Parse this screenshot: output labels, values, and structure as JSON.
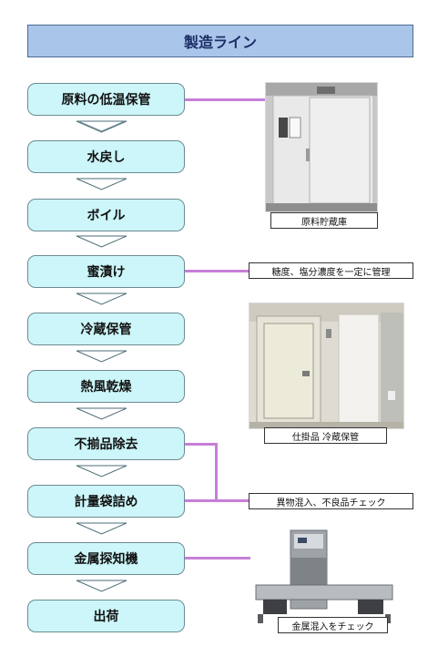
{
  "title": "製造ライン",
  "steps": [
    "原料の低温保管",
    "水戻し",
    "ボイル",
    "蜜漬け",
    "冷蔵保管",
    "熱風乾燥",
    "不揃品除去",
    "計量袋詰め",
    "金属探知機",
    "出荷"
  ],
  "annotations": {
    "storage_label": "原料貯蔵庫",
    "syrup_note": "糖度、塩分濃度を一定に管理",
    "cold_label": "仕掛品 冷蔵保管",
    "inspection_note": "異物混入、不良品チェック",
    "metal_label": "金属混入をチェック"
  },
  "colors": {
    "title_bg": "#a9c6ea",
    "step_bg": "#ccf6f9",
    "connector": "#c77fd8"
  },
  "icons": [
    "chevron-down-icon",
    "walk-in-freezer-photo",
    "cold-room-photo",
    "metal-detector-photo"
  ]
}
